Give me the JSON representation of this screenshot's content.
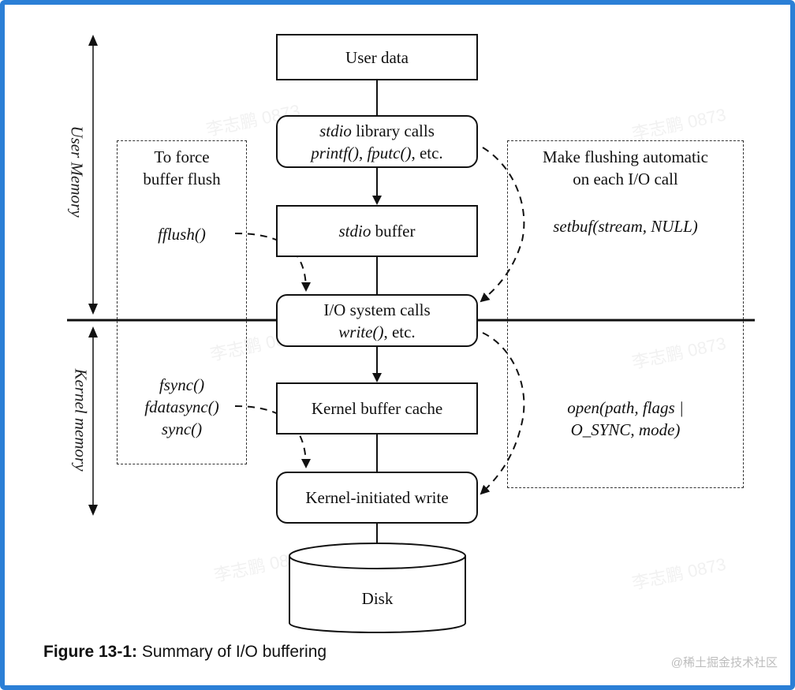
{
  "nodes": {
    "user_data": "User data",
    "stdio_calls": {
      "line1_it": "stdio",
      "line1": " library calls",
      "line2_a": "printf()",
      "line2_b": ", ",
      "line2_c": "fputc()",
      "line2_d": ", etc."
    },
    "stdio_buffer": {
      "it": "stdio",
      "rest": " buffer"
    },
    "io_calls": {
      "line1": "I/O system calls",
      "line2_it": "write()",
      "line2": ", etc."
    },
    "kernel_cache": "Kernel buffer cache",
    "kernel_write": "Kernel-initiated write",
    "disk": "Disk"
  },
  "left_panel": {
    "title_line1": "To force",
    "title_line2": "buffer flush",
    "fflush": "fflush()",
    "fsync": "fsync()",
    "fdatasync": "fdatasync()",
    "sync": "sync()"
  },
  "right_panel": {
    "title_line1": "Make flushing automatic",
    "title_line2": "on each I/O call",
    "setbuf": "setbuf(stream, NULL)",
    "open_line1": "open(path, flags |",
    "open_line2": "O_SYNC, mode)"
  },
  "side_labels": {
    "user_memory": "User Memory",
    "kernel_memory": "Kernel memory"
  },
  "caption": {
    "bold": "Figure 13-1:",
    "text": " Summary of I/O buffering"
  },
  "site_mark": "@稀土掘金技术社区",
  "watermark": "李志鹏 0873"
}
